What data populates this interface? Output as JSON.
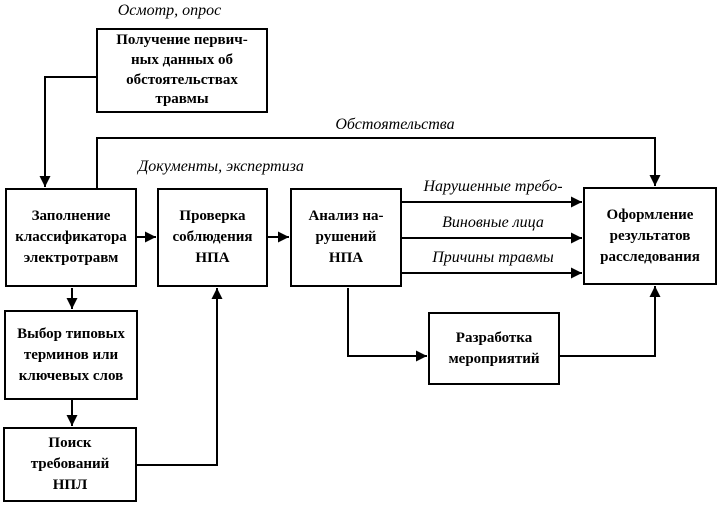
{
  "diagram": {
    "background_color": "#ffffff",
    "line_color": "#000000",
    "box_border_color": "#000000",
    "nodes": {
      "primary_data": {
        "label": "Получение первич-\nных данных об\nобстоятельствах\nтравмы"
      },
      "fill_classifier": {
        "label": "Заполнение\nклассификатора\nэлектротравм"
      },
      "check_npa": {
        "label": "Проверка\nсоблюдения\nНПА"
      },
      "analyze_npa": {
        "label": "Анализ на-\nрушений\nНПА"
      },
      "document_results": {
        "label": "Оформление\nрезультатов\nрасследования"
      },
      "choose_terms": {
        "label": "Выбор типовых\nтерминов или\nключевых слов"
      },
      "search_requirements": {
        "label": "Поиск\nтребований\nНПЛ"
      },
      "develop_measures": {
        "label": "Разработка\nмероприятий"
      }
    },
    "edge_labels": {
      "inspection_survey": "Осмотр, опрос",
      "documents_expertise": "Документы, экспертиза",
      "circumstances": "Обстоятельства",
      "violated_requirements": "Нарушенные требо-",
      "guilty_persons": "Виновные лица",
      "injury_causes": "Причины травмы"
    }
  }
}
